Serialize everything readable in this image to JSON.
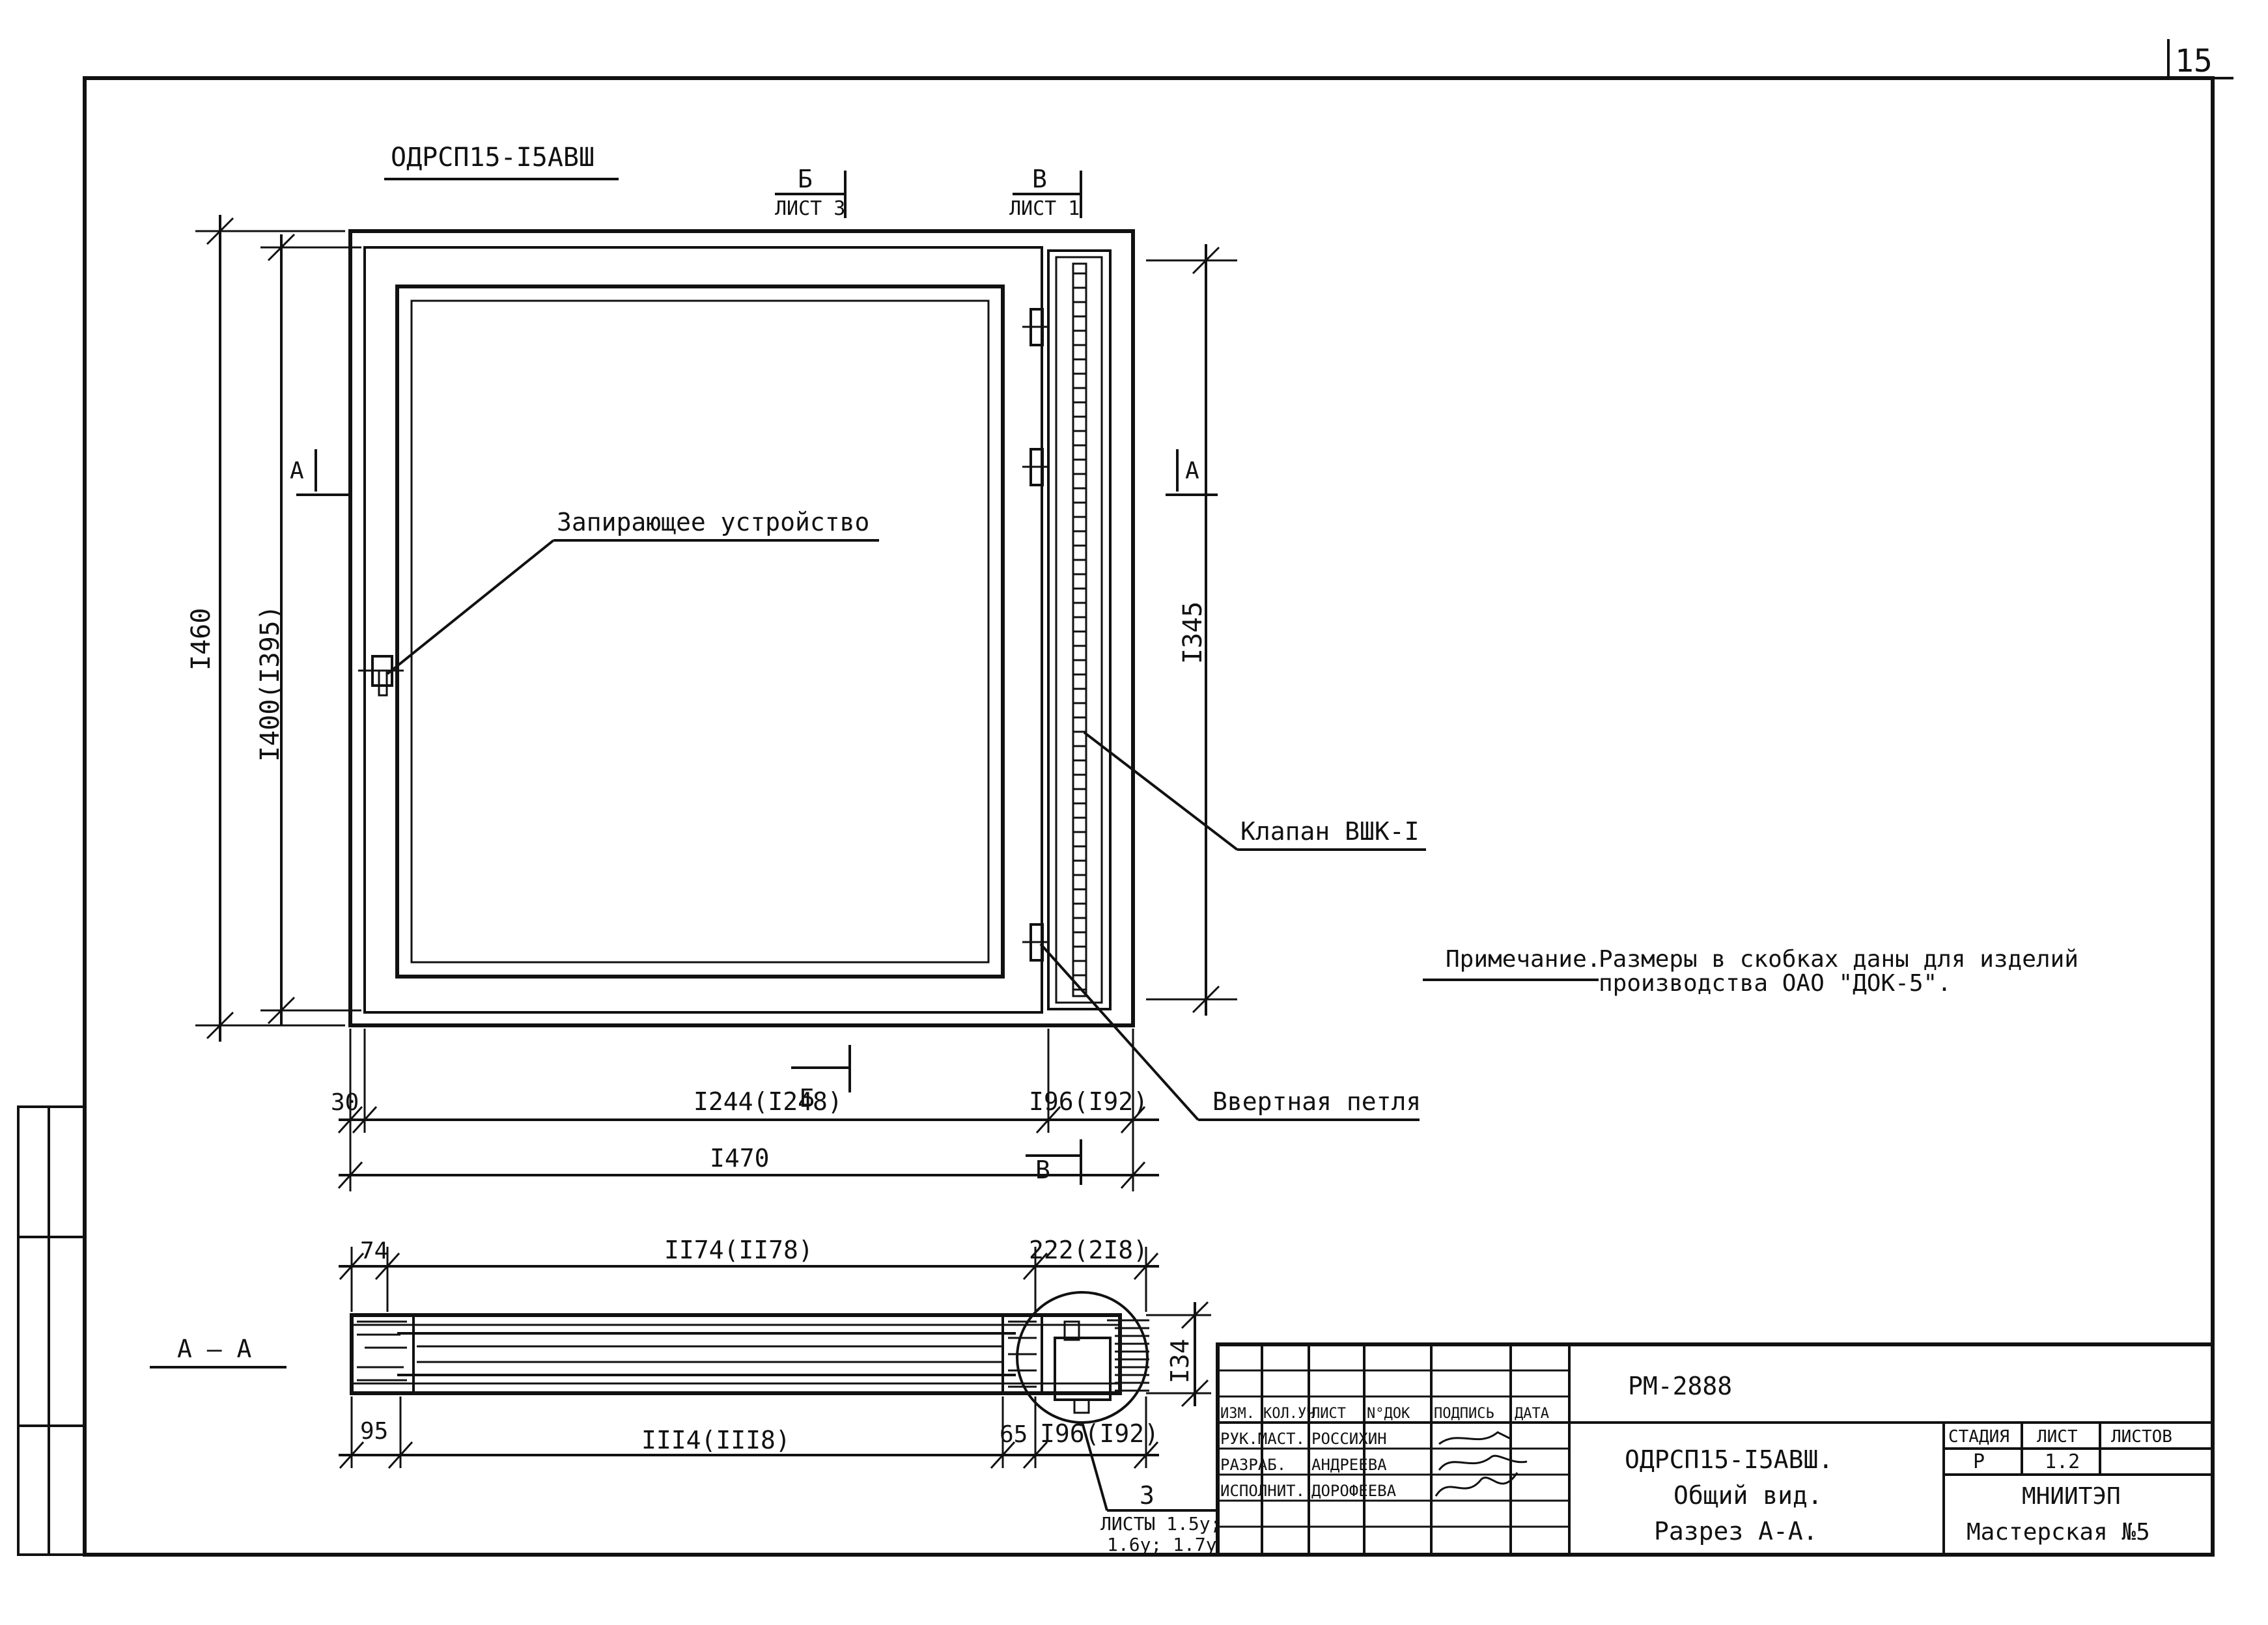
{
  "sheet": {
    "page_number": "15",
    "drawing_title": "ОДРСП15-I5АВШ"
  },
  "section_marks": {
    "b_top": {
      "letter": "Б",
      "sheet": "ЛИСТ 3"
    },
    "v_top": {
      "letter": "В",
      "sheet": "ЛИСТ 1"
    },
    "a_left": "А",
    "a_right": "А",
    "b_bottom": "Б",
    "v_bottom": "В"
  },
  "dimensions": {
    "overall_height": "I460",
    "sash_height": "I400(I395)",
    "valve_height": "I345",
    "left_offset": "30",
    "sash_width": "I244(I248)",
    "valve_width": "I96(I92)",
    "overall_width": "I470"
  },
  "callouts": {
    "lock": "Запирающее устройство",
    "valve": "Клапан ВШК-I",
    "hinge": "Ввертная петля"
  },
  "note": {
    "label": "Примечание.",
    "line1": "Размеры в скобках даны для изделий",
    "line2": "производства ОАО \"ДОК-5\"."
  },
  "section_aa": {
    "label": "А – А",
    "dim_74": "74",
    "dim_1174": "II74(II78)",
    "dim_222": "222(2I8)",
    "dim_134": "I34",
    "dim_95": "95",
    "dim_1114": "III4(III8)",
    "dim_65": "65",
    "dim_196": "I96(I92)",
    "detail_ref": "3",
    "detail_sheets_line1": "ЛИСТЫ 1.5у;",
    "detail_sheets_line2": "1.6у; 1.7у"
  },
  "title_block": {
    "doc_code": "РМ-2888",
    "headers": [
      "ИЗМ.",
      "КОЛ.УЧ",
      "ЛИСТ",
      "N°ДОК",
      "ПОДПИСЬ",
      "ДАТА"
    ],
    "rows": [
      {
        "role": "РУК.МАСТ.",
        "name": "РОССИХИН"
      },
      {
        "role": "РАЗРАБ.",
        "name": "АНДРЕЕВА"
      },
      {
        "role": "ИСПОЛНИТ.",
        "name": "ДОРОФЕЕВА"
      }
    ],
    "product_line1": "ОДРСП15-I5АВШ.",
    "product_line2": "Общий вид.",
    "product_line3": "Разрез  А-А.",
    "stage_header": "СТАДИЯ",
    "sheet_header": "ЛИСТ",
    "sheets_header": "ЛИСТОВ",
    "stage": "Р",
    "sheet": "1.2",
    "org_line1": "МНИИТЭП",
    "org_line2": "Мастерская №5"
  }
}
